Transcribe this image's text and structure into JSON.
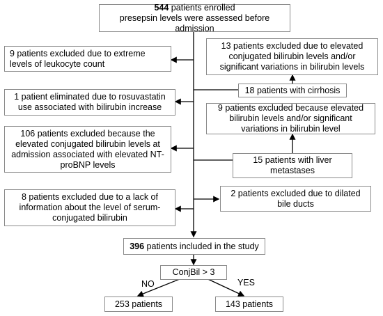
{
  "top": {
    "count": "544",
    "line1_rest": " patients enrolled",
    "line2": "presepsin levels were assessed before admission"
  },
  "left_boxes": [
    {
      "lines": [
        "9 patients excluded due to extreme",
        "levels of leukocyte count"
      ]
    },
    {
      "lines": [
        "1 patient eliminated due to rosuvastatin",
        "use associated with bilirubin increase"
      ]
    },
    {
      "lines": [
        "106 patients excluded because the",
        "elevated conjugated bilirubin levels at",
        "admission associated with elevated NT-",
        "proBNP levels"
      ]
    },
    {
      "lines": [
        "8 patients excluded due to a lack of",
        "information about the level of serum-",
        "conjugated bilirubin"
      ]
    }
  ],
  "right_boxes": [
    {
      "lines": [
        "13 patients excluded due to elevated",
        "conjugated bilirubin levels and/or",
        "significant variations in bilirubin levels"
      ]
    },
    {
      "lines": [
        "18 patients with cirrhosis"
      ]
    },
    {
      "lines": [
        "9 patients excluded because elevated",
        "bilirubin levels and/or significant",
        "variations in bilirubin level"
      ]
    },
    {
      "lines": [
        "15 patients with liver",
        "metastases"
      ]
    },
    {
      "lines": [
        "2 patients excluded due to dilated",
        "bile ducts"
      ]
    }
  ],
  "included": {
    "count": "396",
    "rest": " patients included in the study"
  },
  "criterion": "ConjBil > 3",
  "branch_no": "NO",
  "branch_yes": "YES",
  "result_no": "253 patients",
  "result_yes": "143 patients"
}
